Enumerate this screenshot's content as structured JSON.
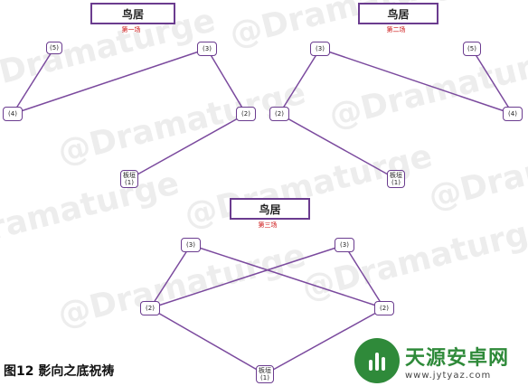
{
  "watermark": "@Dramaturge",
  "diagrams": [
    {
      "title": "鸟居",
      "scene": "第一场",
      "nodes": [
        {
          "id": "d1-5",
          "lines": [
            "(5)"
          ]
        },
        {
          "id": "d1-3",
          "lines": [
            "(3)"
          ]
        },
        {
          "id": "d1-4",
          "lines": [
            "(4)"
          ]
        },
        {
          "id": "d1-2",
          "lines": [
            "(2)"
          ]
        },
        {
          "id": "d1-1",
          "lines": [
            "板垣",
            "(1)"
          ]
        }
      ]
    },
    {
      "title": "鸟居",
      "scene": "第二场",
      "nodes": [
        {
          "id": "d2-3",
          "lines": [
            "(3)"
          ]
        },
        {
          "id": "d2-5",
          "lines": [
            "(5)"
          ]
        },
        {
          "id": "d2-2",
          "lines": [
            "(2)"
          ]
        },
        {
          "id": "d2-4",
          "lines": [
            "(4)"
          ]
        },
        {
          "id": "d2-1",
          "lines": [
            "板垣",
            "(1)"
          ]
        }
      ]
    },
    {
      "title": "鸟居",
      "scene": "第三场",
      "nodes": [
        {
          "id": "d3-3a",
          "lines": [
            "(3)"
          ]
        },
        {
          "id": "d3-3b",
          "lines": [
            "(3)"
          ]
        },
        {
          "id": "d3-2a",
          "lines": [
            "(2)"
          ]
        },
        {
          "id": "d3-2b",
          "lines": [
            "(2)"
          ]
        },
        {
          "id": "d3-1",
          "lines": [
            "板垣",
            "(1)"
          ]
        }
      ]
    }
  ],
  "edges": [
    [
      "d1-5",
      "d1-4"
    ],
    [
      "d1-3",
      "d1-4"
    ],
    [
      "d1-3",
      "d1-2"
    ],
    [
      "d1-2",
      "d1-1"
    ],
    [
      "d2-3",
      "d2-2"
    ],
    [
      "d2-3",
      "d2-4"
    ],
    [
      "d2-5",
      "d2-4"
    ],
    [
      "d2-2",
      "d2-1"
    ],
    [
      "d3-3a",
      "d3-2a"
    ],
    [
      "d3-3a",
      "d3-2b"
    ],
    [
      "d3-3b",
      "d3-2a"
    ],
    [
      "d3-3b",
      "d3-2b"
    ],
    [
      "d3-2a",
      "d3-1"
    ],
    [
      "d3-2b",
      "d3-1"
    ]
  ],
  "caption": "图12 影向之底祝祷",
  "logo": {
    "name": "天源安卓网",
    "url": "www.jytyaz.com"
  },
  "colors": {
    "edge": "#7b4a9e",
    "node_border": "#6b3c8f",
    "scene_label": "#cc1111"
  }
}
